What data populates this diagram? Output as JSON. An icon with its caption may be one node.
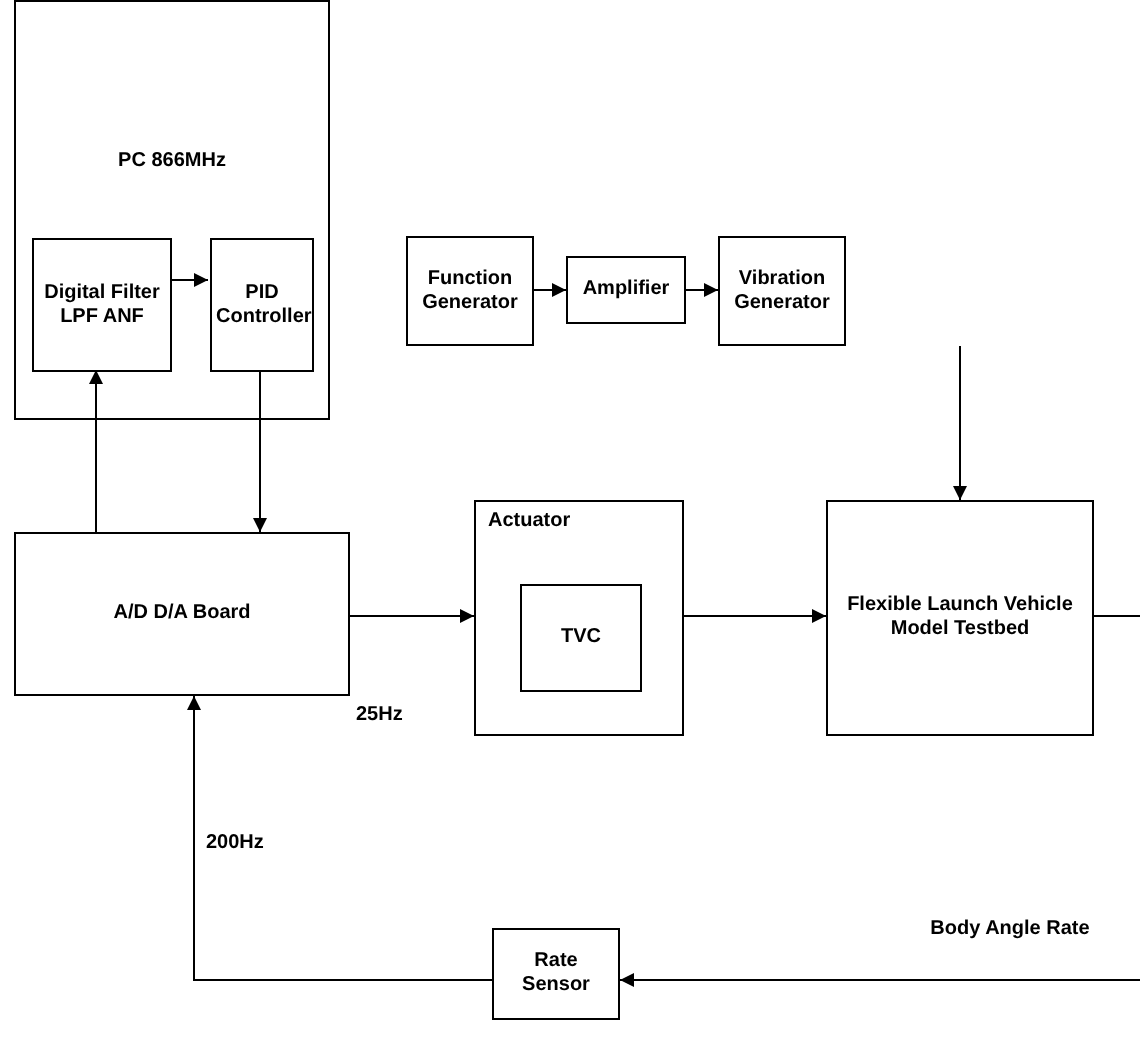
{
  "diagram": {
    "nodes": [
      {
        "text": [
          "PC 866MHz"
        ]
      },
      {
        "text": [
          "Digital Filter LPF ANF"
        ],
        "in": 0
      },
      {
        "text": [
          "PID Controller"
        ],
        "in": 0
      },
      {
        "text": [
          "Function Generator"
        ]
      },
      {
        "text": [
          "Amplifier"
        ]
      },
      {
        "text": [
          "Vibration Generator"
        ]
      },
      {
        "text": [
          "A/D D/A Board"
        ]
      },
      {
        "text": [
          "Actuator"
        ]
      },
      {
        "text": [
          "TVC"
        ],
        "in": 7
      },
      {
        "text": [
          "Flexible Launch Vehicle Model Testbed"
        ]
      },
      {
        "text": [
          "Rate Sensor"
        ]
      }
    ],
    "edges": [
      {
        "from": 1,
        "to": 2,
        "arrow": "to"
      },
      {
        "from": 6,
        "to": 1,
        "arrow": "to"
      },
      {
        "from": 2,
        "to": 6,
        "arrow": "to"
      },
      {
        "from": 3,
        "to": 4,
        "arrow": "to"
      },
      {
        "from": 4,
        "to": 5,
        "arrow": "to"
      },
      {
        "from": 5,
        "to": 9,
        "arrow": "to"
      },
      {
        "from": 6,
        "to": 7,
        "arrow": "to",
        "label": "25Hz"
      },
      {
        "from": 7,
        "to": 9,
        "arrow": "to"
      },
      {
        "from": 9,
        "to": null,
        "arrow": "none"
      },
      {
        "from": null,
        "to": 10,
        "arrow": "to",
        "label": "Body Angle Rate"
      },
      {
        "from": 10,
        "to": 6,
        "arrow": "to",
        "label": "200Hz"
      }
    ]
  }
}
